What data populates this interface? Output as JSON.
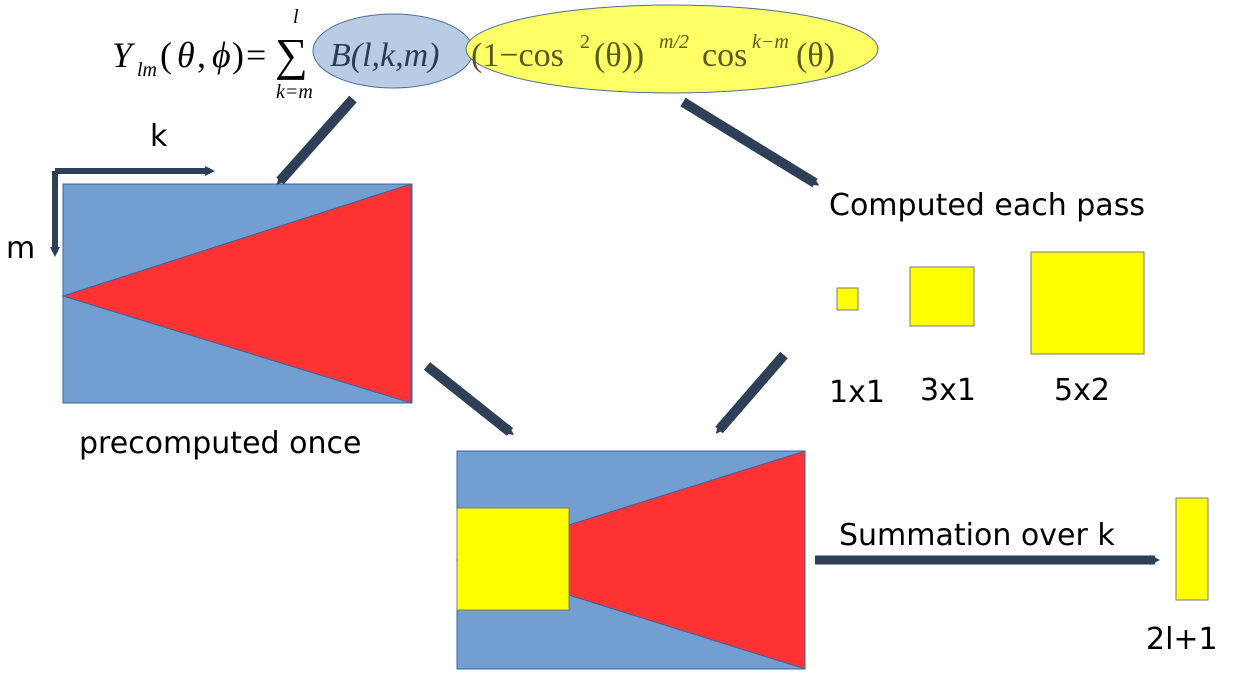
{
  "formula": {
    "lhs_symbol": "Y",
    "lhs_subscript": "lm",
    "lhs_args_open": "(",
    "lhs_theta": "θ",
    "lhs_comma": ",",
    "lhs_phi": "ϕ",
    "lhs_args_close": ")",
    "equals": "=",
    "sum_symbol": "∑",
    "sum_upper": "l",
    "sum_lower": "k=m",
    "b_term": "B(l,k,m)",
    "power_part1": "(1−cos",
    "power_sq": "2",
    "power_part2": "(θ))",
    "power_exp": "m/2",
    "cos_part": "cos",
    "cos_exp": "k−m",
    "cos_arg": "(θ)",
    "b_highlight_color": "#b8cce4",
    "power_highlight_color": "#ffff66"
  },
  "labels": {
    "axis_k": "k",
    "axis_m": "m",
    "precomputed": "precomputed once",
    "computed_each_pass": "Computed each pass",
    "size_1x1": "1x1",
    "size_3x1": "3x1",
    "size_5x2": "5x2",
    "summation": "Summation over k",
    "result_size": "2l+1"
  },
  "colors": {
    "matrix_blue": "#729fcf",
    "triangle_red": "#ff3333",
    "block_yellow": "#ffff00",
    "arrow_dark": "#2e4057"
  }
}
